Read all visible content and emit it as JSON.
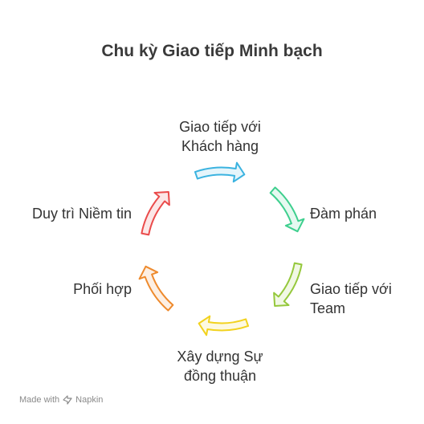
{
  "title": "Chu kỳ Giao tiếp Minh bạch",
  "stages": [
    {
      "line1": "Giao tiếp với",
      "line2": "Khách hàng",
      "color": "#3bb3e0",
      "icon": "arrow-segment"
    },
    {
      "line1": "Đàm phán",
      "line2": "",
      "color": "#3ecf8e",
      "icon": "arrow-segment"
    },
    {
      "line1": "Giao tiếp với",
      "line2": "Team",
      "color": "#95c83c",
      "icon": "arrow-segment"
    },
    {
      "line1": "Xây dựng Sự",
      "line2": "đồng thuận",
      "color": "#f2d21e",
      "icon": "arrow-segment"
    },
    {
      "line1": "Phối hợp",
      "line2": "",
      "color": "#ee8a2d",
      "icon": "arrow-segment"
    },
    {
      "line1": "Duy trì Niềm tin",
      "line2": "",
      "color": "#ea4b4b",
      "icon": "arrow-segment"
    }
  ],
  "footer": {
    "prefix": "Made with",
    "brand": "Napkin",
    "icon": "napkin-logo-icon"
  }
}
